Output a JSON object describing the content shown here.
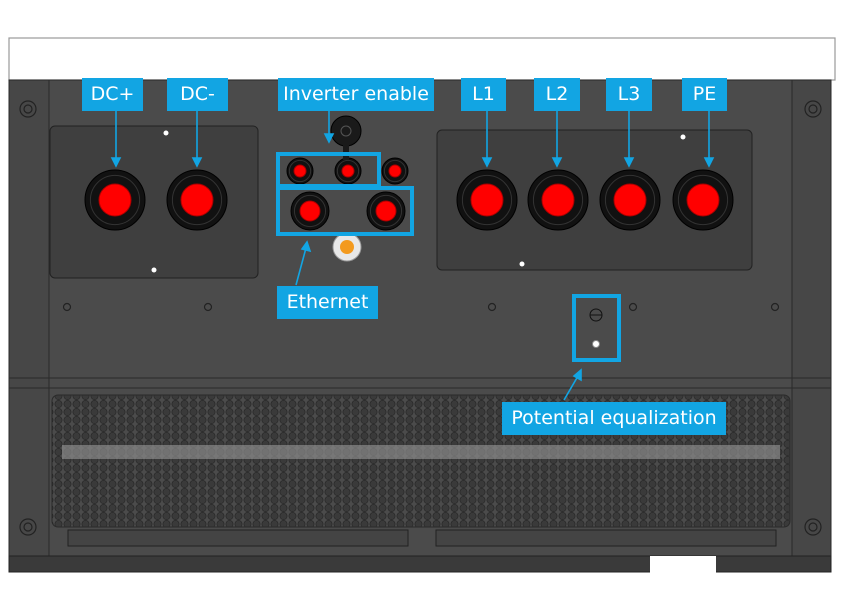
{
  "labels": {
    "dc_plus": "DC+",
    "dc_minus": "DC-",
    "inverter_enable": "Inverter enable",
    "l1": "L1",
    "l2": "L2",
    "l3": "L3",
    "pe": "PE",
    "ethernet": "Ethernet",
    "potential_equalization": "Potential equalization"
  },
  "colors": {
    "label_bg": "#12a5e3",
    "housing": "#4b4b4b",
    "gland_insert": "#ff0000",
    "vent": "#f39a1e"
  }
}
